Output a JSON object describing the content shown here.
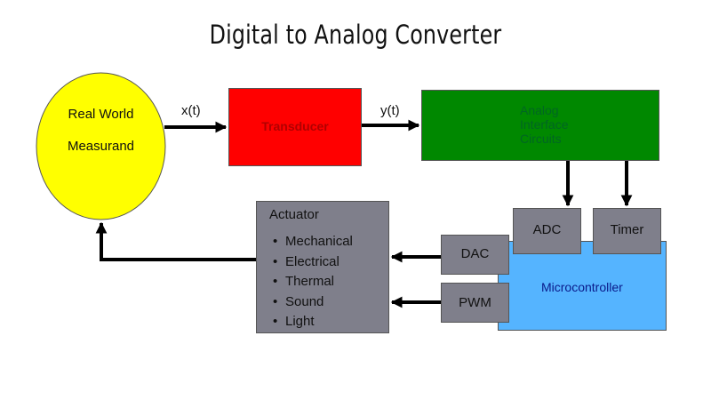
{
  "title": "Digital to Analog Converter",
  "colors": {
    "measurand": "#ffff00",
    "transducer": "#ff0000",
    "analog_interface": "#008800",
    "microcontroller": "#55b4ff",
    "peripheral": "#7f7f8b"
  },
  "nodes": {
    "measurand": {
      "line1": "Real World",
      "line2": "Measurand"
    },
    "transducer": "Transducer",
    "analog_interface": {
      "line1": "Analog",
      "line2": "Interface",
      "line3": "Circuits"
    },
    "adc": "ADC",
    "timer": "Timer",
    "microcontroller": "Microcontroller",
    "dac": "DAC",
    "pwm": "PWM",
    "actuator": {
      "title": "Actuator",
      "items": [
        "Mechanical",
        "Electrical",
        "Thermal",
        "Sound",
        "Light"
      ]
    }
  },
  "edges": [
    {
      "from": "measurand",
      "to": "transducer",
      "label": "x(t)"
    },
    {
      "from": "transducer",
      "to": "analog_interface",
      "label": "y(t)"
    },
    {
      "from": "analog_interface",
      "to": "adc",
      "label": ""
    },
    {
      "from": "analog_interface",
      "to": "timer",
      "label": ""
    },
    {
      "from": "dac",
      "to": "actuator",
      "label": ""
    },
    {
      "from": "pwm",
      "to": "actuator",
      "label": ""
    },
    {
      "from": "actuator",
      "to": "measurand",
      "label": ""
    }
  ]
}
